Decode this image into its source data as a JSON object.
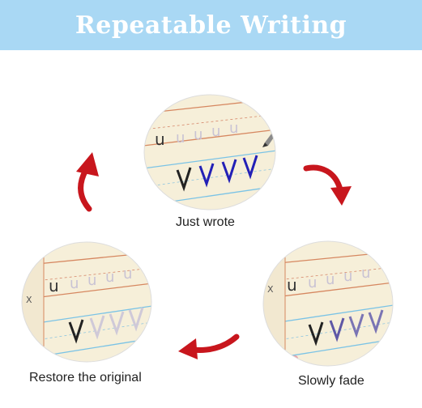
{
  "header": {
    "title": "Repeatable Writing"
  },
  "stages": [
    {
      "caption": "Just wrote"
    },
    {
      "caption": "Slowly fade"
    },
    {
      "caption": "Restore the original"
    }
  ],
  "colors": {
    "banner": "#a9d8f4",
    "arrow": "#c8161d",
    "paper": "#f6efd9",
    "rule_red": "#d68760",
    "rule_blue": "#7ac3e6",
    "ink_fresh": "#2320b6",
    "ink_fading": "#5e57a6",
    "ink_faint": "#c9c3d4"
  },
  "icons": [
    "curved-arrow-icon",
    "pen-tip-icon"
  ]
}
